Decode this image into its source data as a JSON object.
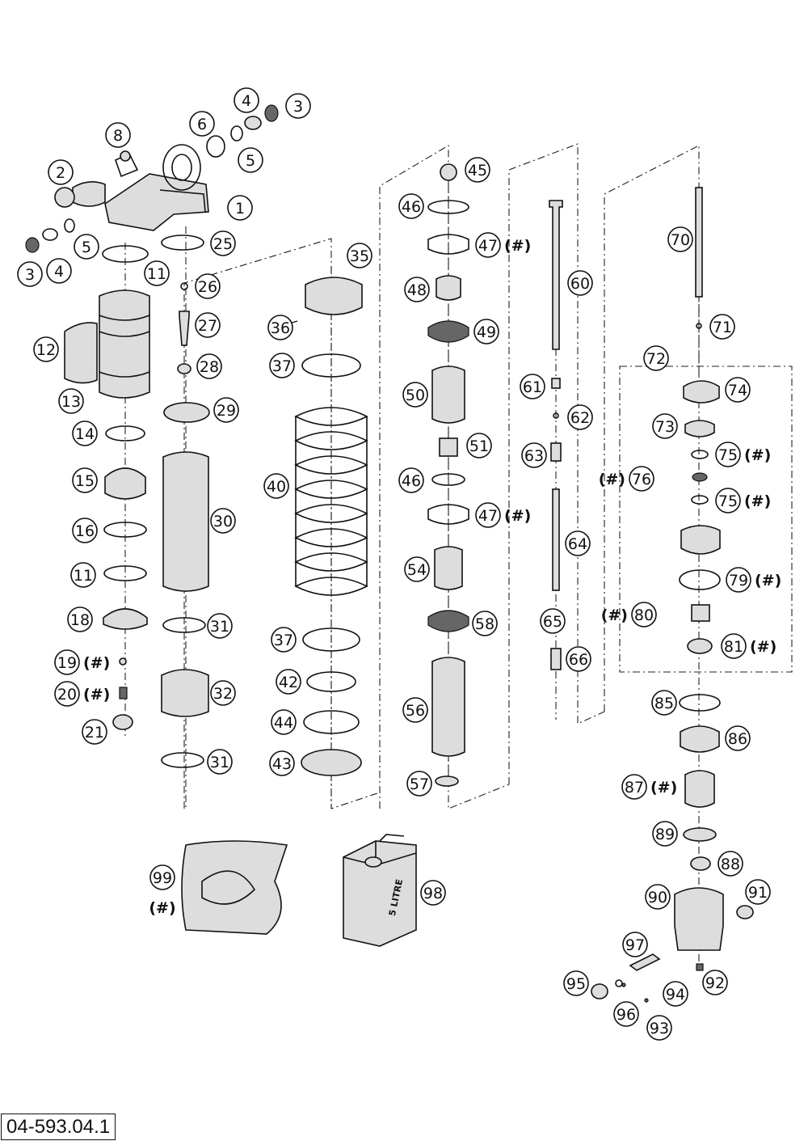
{
  "drawing_number": "04-593.04.1",
  "kit_marker": "(#)",
  "oil_can_label": "5 LITRE",
  "callouts": [
    {
      "n": "1"
    },
    {
      "n": "2"
    },
    {
      "n": "3"
    },
    {
      "n": "3"
    },
    {
      "n": "4"
    },
    {
      "n": "4"
    },
    {
      "n": "5"
    },
    {
      "n": "5"
    },
    {
      "n": "6"
    },
    {
      "n": "8"
    },
    {
      "n": "11"
    },
    {
      "n": "11"
    },
    {
      "n": "12"
    },
    {
      "n": "13"
    },
    {
      "n": "14"
    },
    {
      "n": "15"
    },
    {
      "n": "16"
    },
    {
      "n": "18"
    },
    {
      "n": "19",
      "kit": true
    },
    {
      "n": "20",
      "kit": true
    },
    {
      "n": "21"
    },
    {
      "n": "25"
    },
    {
      "n": "26"
    },
    {
      "n": "27"
    },
    {
      "n": "28"
    },
    {
      "n": "29"
    },
    {
      "n": "30"
    },
    {
      "n": "31"
    },
    {
      "n": "32"
    },
    {
      "n": "31"
    },
    {
      "n": "35"
    },
    {
      "n": "36"
    },
    {
      "n": "37"
    },
    {
      "n": "40"
    },
    {
      "n": "37"
    },
    {
      "n": "42"
    },
    {
      "n": "44"
    },
    {
      "n": "43"
    },
    {
      "n": "45"
    },
    {
      "n": "46"
    },
    {
      "n": "47",
      "kit": true
    },
    {
      "n": "48"
    },
    {
      "n": "49"
    },
    {
      "n": "50"
    },
    {
      "n": "51"
    },
    {
      "n": "46"
    },
    {
      "n": "47",
      "kit": true
    },
    {
      "n": "54"
    },
    {
      "n": "58"
    },
    {
      "n": "56"
    },
    {
      "n": "57"
    },
    {
      "n": "60"
    },
    {
      "n": "61"
    },
    {
      "n": "62"
    },
    {
      "n": "63"
    },
    {
      "n": "64"
    },
    {
      "n": "65"
    },
    {
      "n": "66"
    },
    {
      "n": "70"
    },
    {
      "n": "71"
    },
    {
      "n": "72"
    },
    {
      "n": "74"
    },
    {
      "n": "73"
    },
    {
      "n": "75",
      "kit": true
    },
    {
      "n": "76",
      "kit": true
    },
    {
      "n": "75",
      "kit": true
    },
    {
      "n": "79",
      "kit": true
    },
    {
      "n": "80",
      "kit": true
    },
    {
      "n": "81",
      "kit": true
    },
    {
      "n": "85"
    },
    {
      "n": "86"
    },
    {
      "n": "87",
      "kit": true
    },
    {
      "n": "89"
    },
    {
      "n": "88"
    },
    {
      "n": "90"
    },
    {
      "n": "91"
    },
    {
      "n": "97"
    },
    {
      "n": "92"
    },
    {
      "n": "95"
    },
    {
      "n": "94"
    },
    {
      "n": "96"
    },
    {
      "n": "93"
    },
    {
      "n": "99",
      "kit": true
    },
    {
      "n": "98"
    }
  ]
}
